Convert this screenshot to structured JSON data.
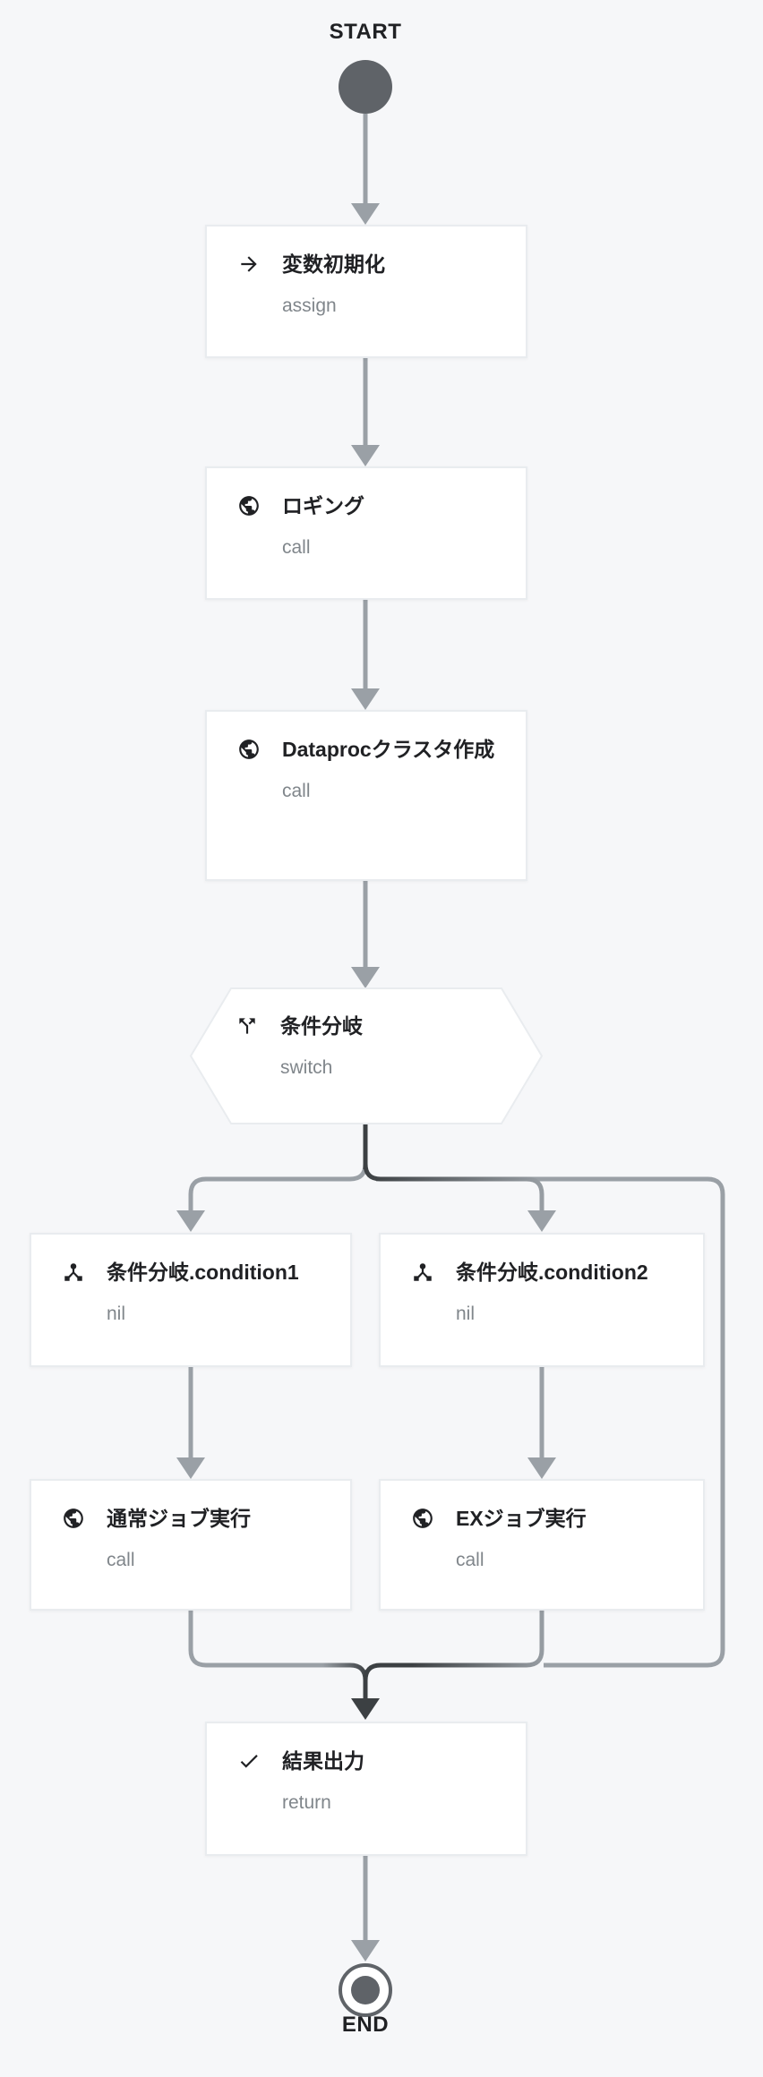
{
  "workflow": {
    "start_label": "START",
    "end_label": "END",
    "nodes": {
      "init": {
        "title": "変数初期化",
        "subtitle": "assign",
        "icon": "arrow-forward-icon"
      },
      "logging": {
        "title": "ロギング",
        "subtitle": "call",
        "icon": "globe-icon"
      },
      "dataproc": {
        "title": "Dataprocクラスタ作成",
        "subtitle": "call",
        "icon": "globe-icon"
      },
      "switch": {
        "title": "条件分岐",
        "subtitle": "switch",
        "icon": "call-split-icon"
      },
      "condition1": {
        "title": "条件分岐.condition1",
        "subtitle": "nil",
        "icon": "device-hub-icon"
      },
      "condition2": {
        "title": "条件分岐.condition2",
        "subtitle": "nil",
        "icon": "device-hub-icon"
      },
      "normal_job": {
        "title": "通常ジョブ実行",
        "subtitle": "call",
        "icon": "globe-icon"
      },
      "ex_job": {
        "title": "EXジョブ実行",
        "subtitle": "call",
        "icon": "globe-icon"
      },
      "output": {
        "title": "結果出力",
        "subtitle": "return",
        "icon": "check-icon"
      }
    },
    "colors": {
      "background": "#f6f7f9",
      "node_background": "#ffffff",
      "node_border": "#e9ecef",
      "edge_gray": "#9aa0a6",
      "edge_dark": "#3c4043",
      "title_text": "#202124",
      "subtitle_text": "#80868b",
      "terminal_fill": "#5f6368"
    }
  }
}
